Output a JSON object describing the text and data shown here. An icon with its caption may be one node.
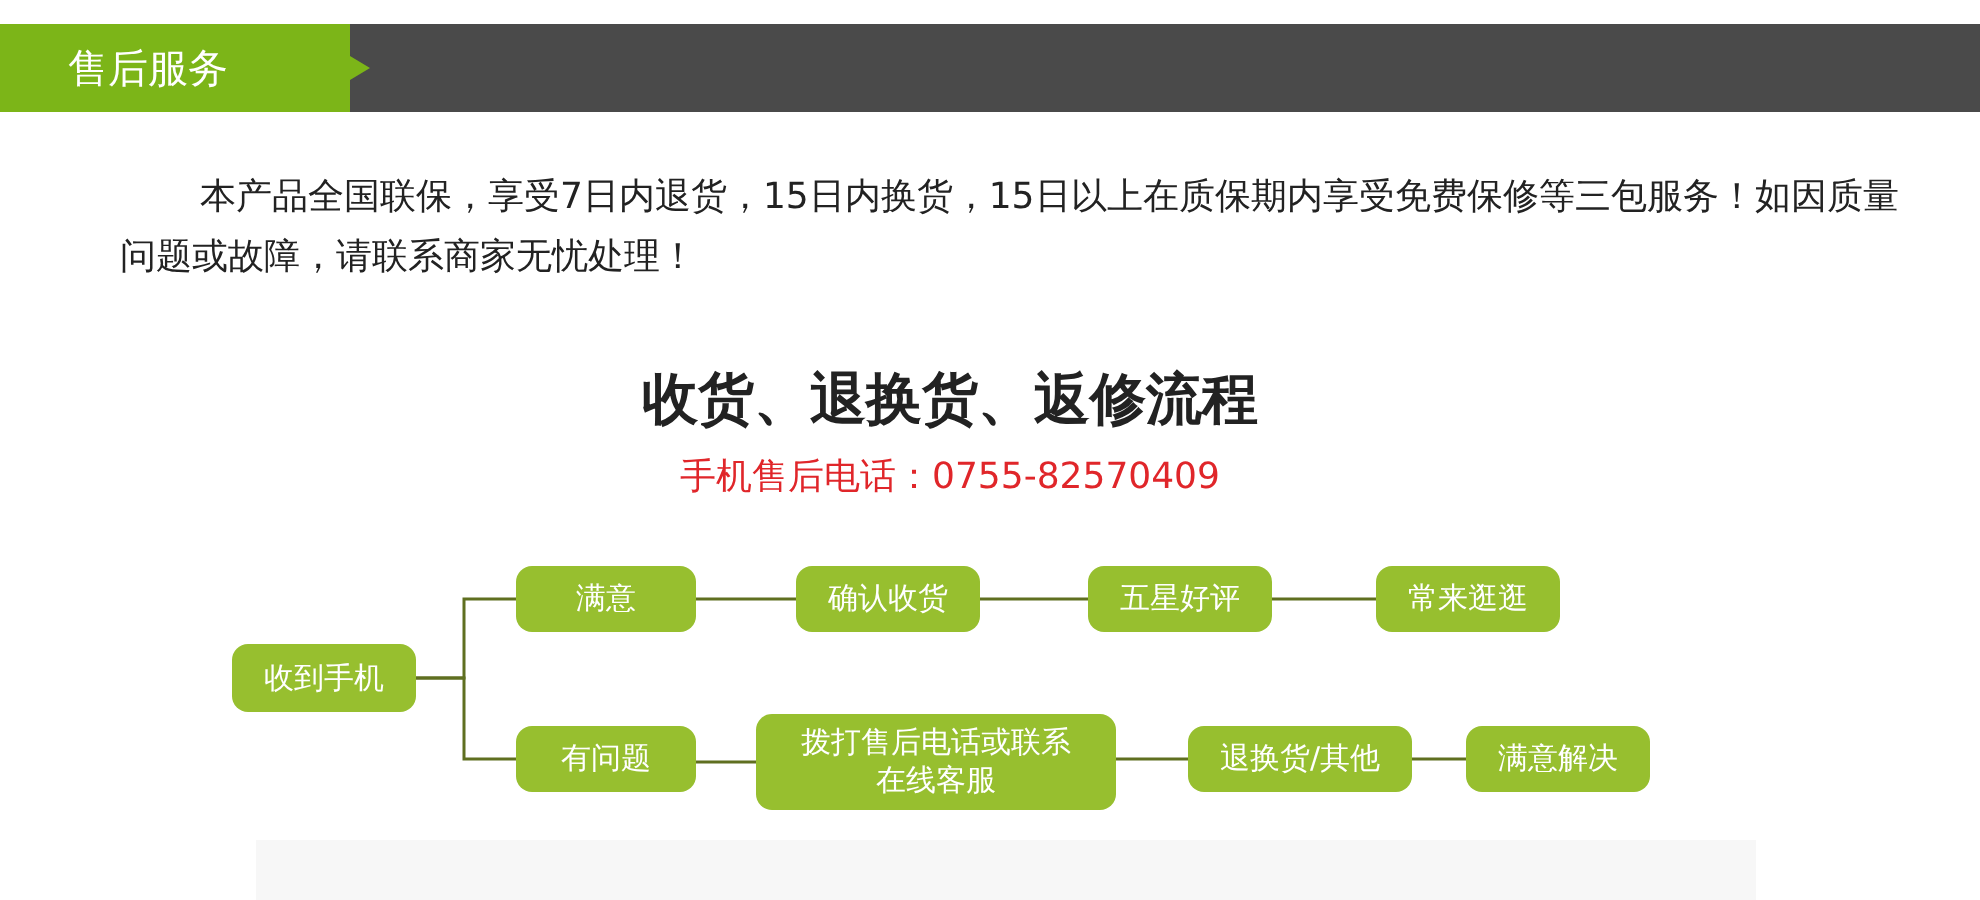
{
  "diagram": {
    "title": "收货、退换货、返修流程",
    "nodes": [
      {
        "text": [
          "收到手机"
        ]
      },
      {
        "text": [
          "满意"
        ]
      },
      {
        "text": [
          "确认收货"
        ]
      },
      {
        "text": [
          "五星好评"
        ]
      },
      {
        "text": [
          "常来逛逛"
        ]
      },
      {
        "text": [
          "有问题"
        ]
      },
      {
        "text": [
          "拨打售后电话或联系在线客服"
        ]
      },
      {
        "text": [
          "退换货/其他"
        ]
      },
      {
        "text": [
          "满意解决"
        ]
      }
    ],
    "edges": [
      {
        "from": 0,
        "to": 1,
        "arrow": "none"
      },
      {
        "from": 0,
        "to": 5,
        "arrow": "none"
      },
      {
        "from": 1,
        "to": 2,
        "arrow": "none"
      },
      {
        "from": 2,
        "to": 3,
        "arrow": "none"
      },
      {
        "from": 3,
        "to": 4,
        "arrow": "none"
      },
      {
        "from": 5,
        "to": 6,
        "arrow": "none"
      },
      {
        "from": 6,
        "to": 7,
        "arrow": "none"
      },
      {
        "from": 7,
        "to": 8,
        "arrow": "none"
      }
    ],
    "labels": [
      "售后服务",
      "本产品全国联保，享受7日内退货，15日内换货，15日以上在质保期内享受免费保修等三包服务！如因质量问题或故障，请联系商家无忧处理！",
      "手机售后电话：0755-82570409"
    ]
  }
}
